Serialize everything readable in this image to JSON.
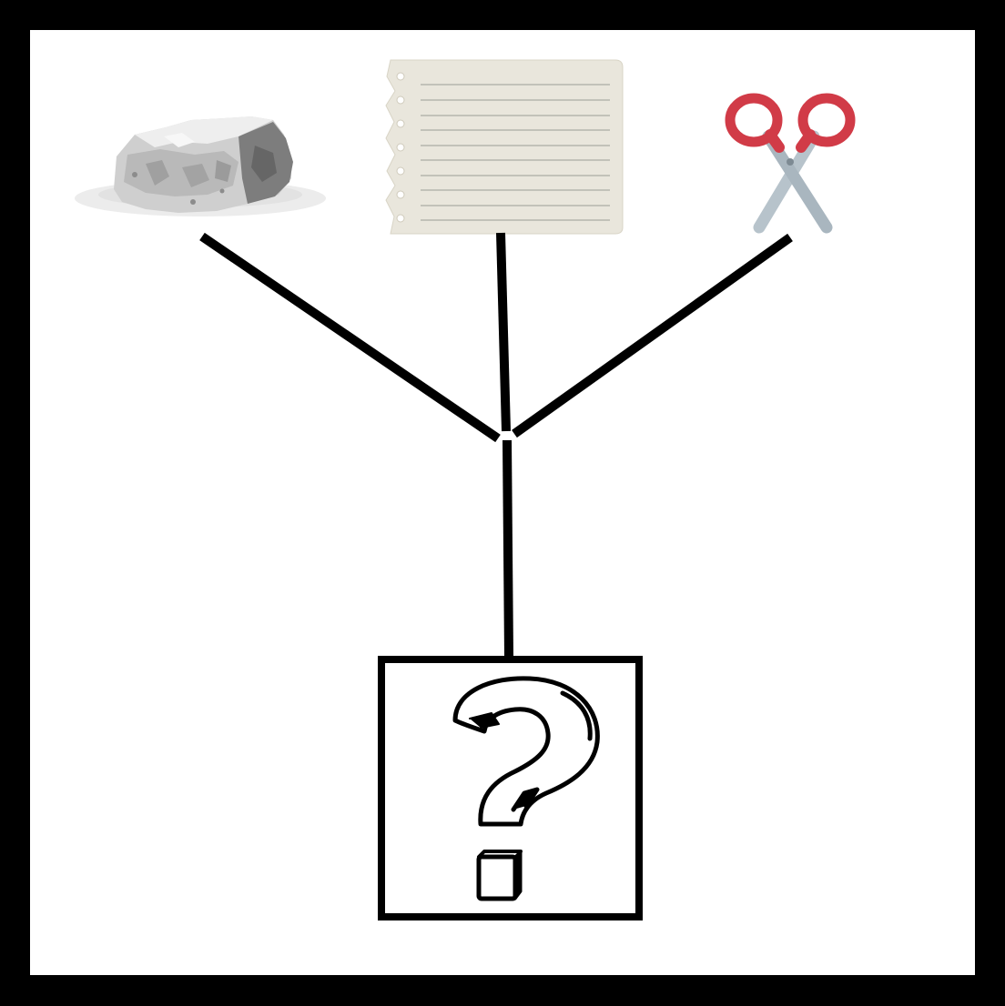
{
  "diagram": {
    "type": "tree",
    "inputs": [
      {
        "name": "rock",
        "icon": "rock-icon"
      },
      {
        "name": "paper",
        "icon": "paper-icon"
      },
      {
        "name": "scissors",
        "icon": "scissors-icon"
      }
    ],
    "output": {
      "name": "unknown",
      "icon": "question-mark-icon"
    }
  },
  "colors": {
    "frame": "#000000",
    "background": "#ffffff",
    "connector": "#000000",
    "rock_light": "#d9d9d9",
    "rock_dark": "#7d7d7d",
    "paper_fill": "#e9e6dc",
    "paper_lines": "#b5b5ad",
    "scissors_handle": "#d13b47",
    "scissors_blade": "#b7c3cb"
  }
}
